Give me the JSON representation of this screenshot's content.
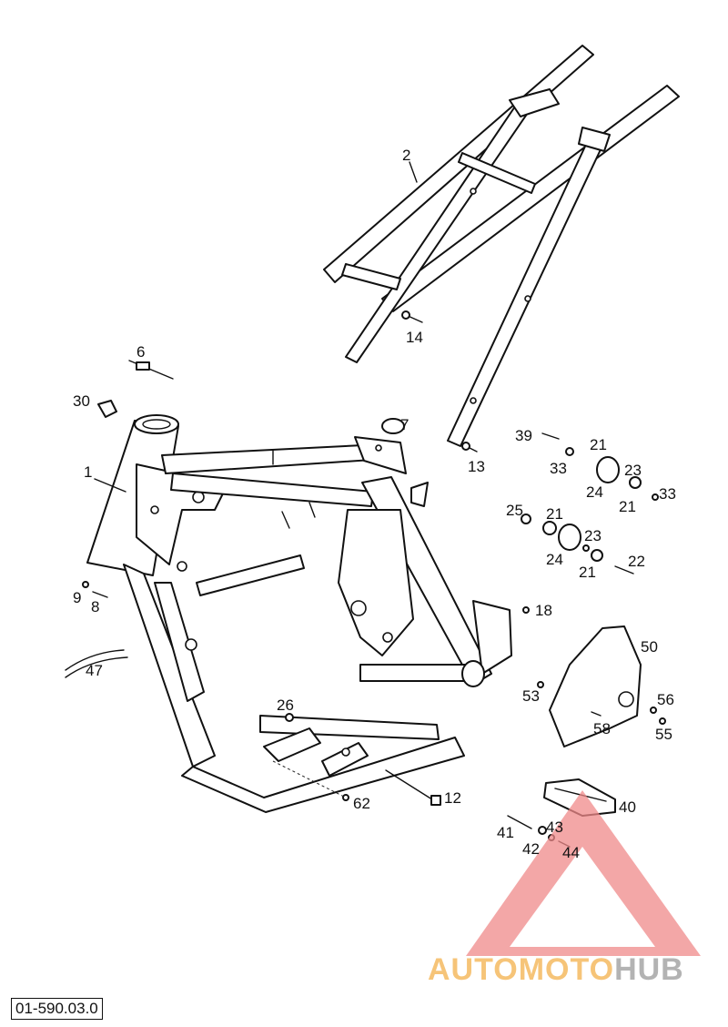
{
  "diagram_code": "01-590.03.0",
  "watermark": {
    "part1": "AUTOMOTO",
    "part2": "HUB",
    "color_primary": "#f4b14c",
    "color_secondary": "#9a9a9a",
    "triangle_color": "#f08a8a"
  },
  "callouts": [
    "1",
    "2",
    "6",
    "7",
    "8",
    "9",
    "12",
    "13",
    "14",
    "18",
    "21",
    "21",
    "21",
    "21",
    "22",
    "23",
    "23",
    "24",
    "24",
    "25",
    "26",
    "30",
    "33",
    "33",
    "39",
    "40",
    "41",
    "42",
    "43",
    "44",
    "47",
    "50",
    "53",
    "55",
    "56",
    "58",
    "62"
  ]
}
